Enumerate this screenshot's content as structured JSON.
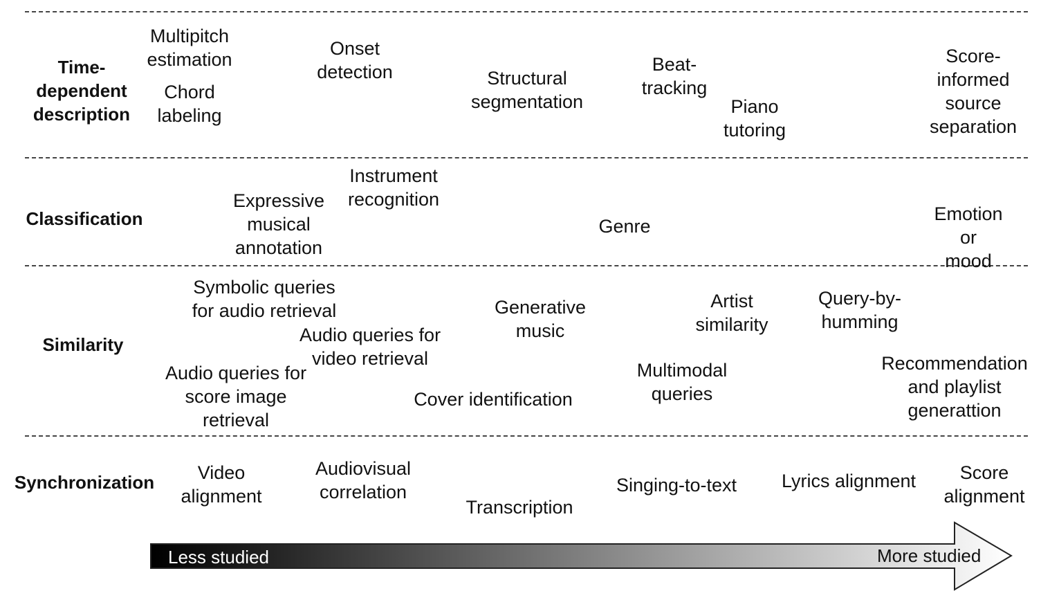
{
  "categories": {
    "time_dependent": "Time-\ndependent\ndescription",
    "classification": "Classification",
    "similarity": "Similarity",
    "synchronization": "Synchronization"
  },
  "tasks": {
    "multipitch": "Multipitch\nestimation",
    "chord": "Chord\nlabeling",
    "onset": "Onset\ndetection",
    "structural": "Structural\nsegmentation",
    "beat": "Beat-\ntracking",
    "piano": "Piano\ntutoring",
    "score_informed": "Score-\ninformed\nsource\nseparation",
    "instrument": "Instrument\nrecognition",
    "expressive": "Expressive\nmusical\nannotation",
    "genre": "Genre",
    "emotion": "Emotion or\nmood",
    "symbolic_queries": "Symbolic queries\nfor audio retrieval",
    "generative": "Generative\nmusic",
    "artist": "Artist\nsimilarity",
    "qbh": "Query-by-\nhumming",
    "audio_video": "Audio queries for\nvideo retrieval",
    "audio_score": "Audio queries for\nscore image\nretrieval",
    "multimodal": "Multimodal\nqueries",
    "recommendation": "Recommendation\nand playlist\ngenerattion",
    "cover": "Cover identification",
    "video_alignment": "Video\nalignment",
    "audiovisual": "Audiovisual\ncorrelation",
    "transcription": "Transcription",
    "singing": "Singing-to-text",
    "lyrics": "Lyrics alignment",
    "score_alignment": "Score\nalignment"
  },
  "arrow": {
    "left_label": "Less studied",
    "right_label": "More studied",
    "gradient_start": "#000000",
    "gradient_end": "#ffffff"
  }
}
